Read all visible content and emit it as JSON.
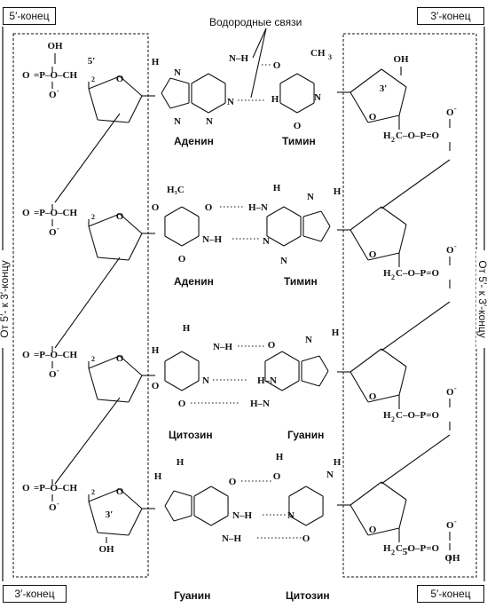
{
  "corners": {
    "top_left": "5′-конец",
    "top_right": "3′-конец",
    "bottom_left": "3′-конец",
    "bottom_right": "5′-конец"
  },
  "side_labels": {
    "left": "От 5′- к 3′-концу",
    "right": "От 5′- к 3′-концу"
  },
  "hydrogen_bonds_label": "Водородные связи",
  "pairs": [
    {
      "left_name": "Аденин",
      "right_name": "Тимин"
    },
    {
      "left_name": "Аденин",
      "right_name": "Тимин"
    },
    {
      "left_name": "Цитозин",
      "right_name": "Гуанин"
    },
    {
      "left_name": "Гуанин",
      "right_name": "Цитозин"
    }
  ],
  "atoms": {
    "phosphate_oh": "OH",
    "phosphate_left": "O=P–O–CH₂",
    "o_minus": "O⁻",
    "prime5": "5′",
    "prime3": "3′",
    "oh": "OH",
    "h": "H",
    "n": "N",
    "nh": "N–H",
    "o": "O",
    "ch3": "CH₃",
    "h3c": "H₃C",
    "hn": "H–N",
    "right_phosphate": "H₂C–O–P=O"
  }
}
